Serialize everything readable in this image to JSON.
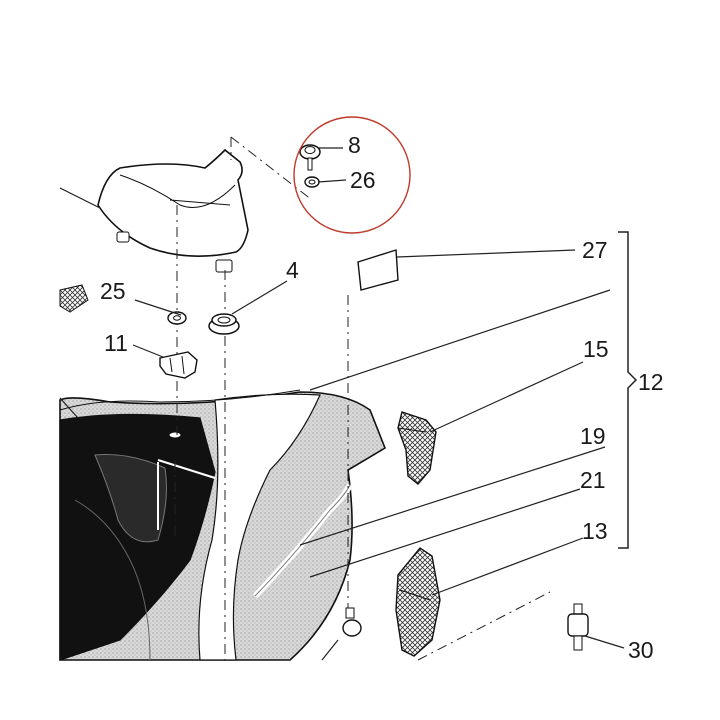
{
  "diagram": {
    "callouts": {
      "p8": "8",
      "p26": "26",
      "p27": "27",
      "p4": "4",
      "p25": "25",
      "p11": "11",
      "p15": "15",
      "p19": "19",
      "p21": "21",
      "p13": "13",
      "p12": "12",
      "p30": "30"
    },
    "colors": {
      "line": "#222222",
      "highlight_circle": "#c0392b",
      "body_dark": "#111111",
      "body_grey": "#bdbdbd"
    }
  }
}
